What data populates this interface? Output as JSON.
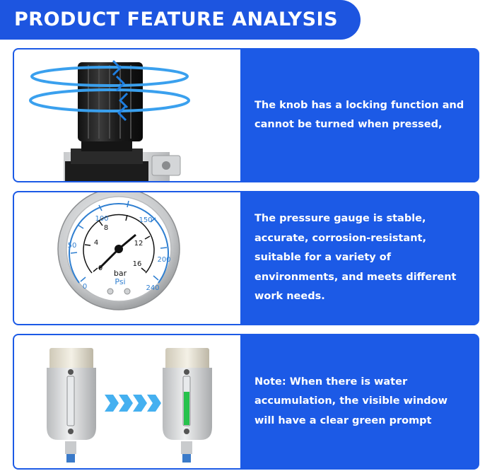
{
  "header": {
    "title": "PRODUCT FEATURE ANALYSIS"
  },
  "features": [
    {
      "text": "The knob has a locking function and cannot be turned when pressed,",
      "image": "regulator-knob-illustration"
    },
    {
      "text": "The pressure gauge is stable, accurate, corrosion-resistant, suitable for a variety of environments, and meets different work needs.",
      "image": "pressure-gauge-illustration"
    },
    {
      "text": "Note: When there is water accumulation, the visible window will have a clear green prompt",
      "image": "filter-bowl-comparison-illustration"
    }
  ],
  "gauge": {
    "bar_ticks": [
      "0",
      "4",
      "8",
      "12",
      "16"
    ],
    "psi_ticks": [
      "0",
      "50",
      "100",
      "150",
      "200",
      "240"
    ],
    "unit_bar": "bar",
    "unit_psi": "Psi"
  },
  "colors": {
    "primary_blue": "#1c5ae6",
    "header_blue": "#1d55e0",
    "arrow_blue": "#3aa0ee",
    "indicator_green": "#27c24c"
  }
}
